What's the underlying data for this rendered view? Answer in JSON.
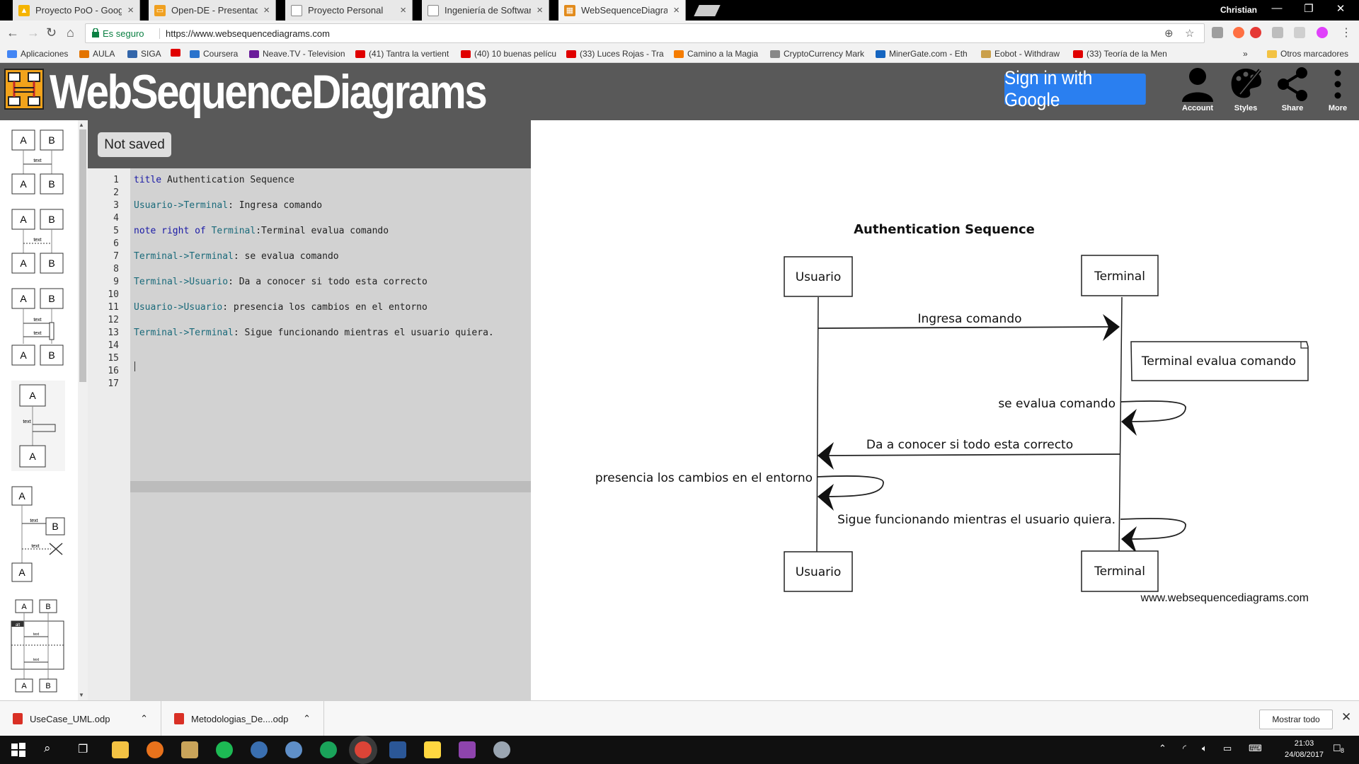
{
  "browser": {
    "tabs": [
      {
        "title": "Proyecto PoO - Google D",
        "color": "#f5b400"
      },
      {
        "title": "Open-DE - Presentacione",
        "color": "#f0a020"
      },
      {
        "title": "Proyecto Personal",
        "color": "#888888"
      },
      {
        "title": "Ingeniería de Software",
        "color": "#888888"
      },
      {
        "title": "WebSequenceDiagrams",
        "color": "#e28b1c"
      }
    ],
    "user": "Christian",
    "secure_label": "Es seguro",
    "url": "https://www.websequencediagrams.com",
    "bookmarks": [
      {
        "label": "Aplicaciones",
        "color": "#4285f4"
      },
      {
        "label": "AULA",
        "color": "#e37400"
      },
      {
        "label": "SIGA",
        "color": "#3366aa"
      },
      {
        "label": "",
        "color": "#e00000"
      },
      {
        "label": "Coursera",
        "color": "#2a73cc"
      },
      {
        "label": "Neave.TV - Television",
        "color": "#6a1b9a"
      },
      {
        "label": "(41) Tantra la vertient",
        "color": "#e00000"
      },
      {
        "label": "(40) 10 buenas pelícu",
        "color": "#e00000"
      },
      {
        "label": "(33) Luces Rojas - Tra",
        "color": "#e00000"
      },
      {
        "label": "Camino a la Magia",
        "color": "#f57c00"
      },
      {
        "label": "CryptoCurrency Mark",
        "color": "#888888"
      },
      {
        "label": "MinerGate.com - Eth",
        "color": "#1565c0"
      },
      {
        "label": "Eobot - Withdraw",
        "color": "#caa04a"
      },
      {
        "label": "(33) Teoría de la Men",
        "color": "#e00000"
      }
    ],
    "more_bookmarks": "»",
    "other_bookmarks": "Otros marcadores"
  },
  "app": {
    "name": "WebSequenceDiagrams",
    "signin_label": "Sign in with Google",
    "header_buttons": [
      {
        "label": "Account",
        "icon": "account-icon"
      },
      {
        "label": "Styles",
        "icon": "styles-icon"
      },
      {
        "label": "Share",
        "icon": "share-icon"
      },
      {
        "label": "More",
        "icon": "more-icon"
      }
    ],
    "save_status": "Not saved"
  },
  "editor": {
    "lines": [
      {
        "n": "1",
        "parts": [
          {
            "t": "title",
            "c": "kw"
          },
          {
            "t": " Authentication Sequence",
            "c": ""
          }
        ]
      },
      {
        "n": "2",
        "parts": []
      },
      {
        "n": "3",
        "parts": [
          {
            "t": "Usuario->Terminal",
            "c": "act"
          },
          {
            "t": ": Ingresa comando",
            "c": ""
          }
        ]
      },
      {
        "n": "4",
        "parts": []
      },
      {
        "n": "5",
        "parts": [
          {
            "t": "note right of",
            "c": "kw"
          },
          {
            "t": " ",
            "c": ""
          },
          {
            "t": "Terminal",
            "c": "act"
          },
          {
            "t": ":Terminal evalua comando",
            "c": ""
          }
        ]
      },
      {
        "n": "6",
        "parts": []
      },
      {
        "n": "7",
        "parts": [
          {
            "t": "Terminal->Terminal",
            "c": "act"
          },
          {
            "t": ": se evalua comando",
            "c": ""
          }
        ]
      },
      {
        "n": "8",
        "parts": []
      },
      {
        "n": "9",
        "parts": [
          {
            "t": "Terminal->Usuario",
            "c": "act"
          },
          {
            "t": ": Da a conocer si todo esta correcto",
            "c": ""
          }
        ]
      },
      {
        "n": "10",
        "parts": []
      },
      {
        "n": "11",
        "parts": [
          {
            "t": "Usuario->Usuario",
            "c": "act"
          },
          {
            "t": ": presencia los cambios en el entorno",
            "c": ""
          }
        ]
      },
      {
        "n": "12",
        "parts": []
      },
      {
        "n": "13",
        "parts": [
          {
            "t": "Terminal->Terminal",
            "c": "act"
          },
          {
            "t": ": Sigue funcionando mientras el usuario quiera.",
            "c": ""
          }
        ]
      },
      {
        "n": "14",
        "parts": []
      },
      {
        "n": "15",
        "parts": []
      },
      {
        "n": "16",
        "parts": []
      },
      {
        "n": "17",
        "parts": []
      }
    ]
  },
  "palette": {
    "box_a": "A",
    "box_b": "B",
    "text": "text",
    "alt": "alt"
  },
  "diagram": {
    "title": "Authentication Sequence",
    "participants": [
      "Usuario",
      "Terminal"
    ],
    "messages": [
      "Ingresa comando",
      "se evalua comando",
      "Da a conocer si todo esta correcto",
      "presencia los cambios en el entorno",
      "Sigue funcionando mientras el usuario quiera."
    ],
    "note": "Terminal evalua comando",
    "watermark": "www.websequencediagrams.com"
  },
  "downloads": {
    "items": [
      "UseCase_UML.odp",
      "Metodologias_De....odp"
    ],
    "show_all": "Mostrar todo"
  },
  "taskbar": {
    "time": "21:03",
    "date": "24/08/2017",
    "notifications": "8"
  }
}
